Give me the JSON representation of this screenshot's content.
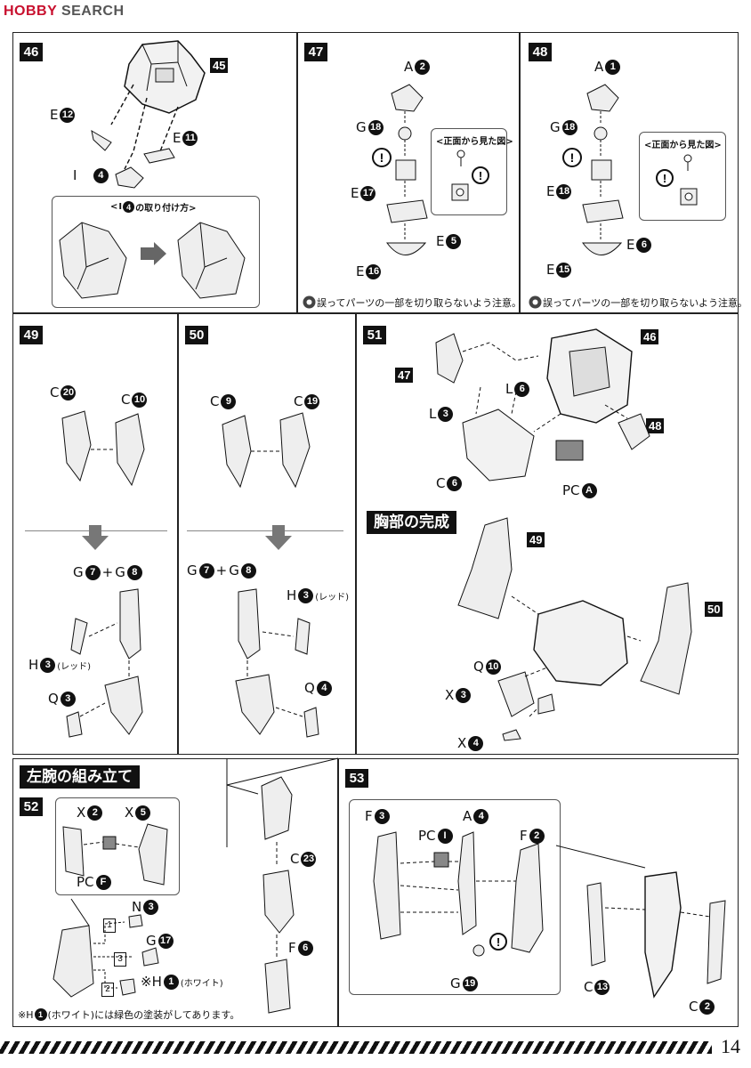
{
  "site_logo": {
    "hobby": "HOBBY",
    "search": "SEARCH"
  },
  "steps": {
    "s46": "46",
    "s47": "47",
    "s48": "48",
    "s49": "49",
    "s50": "50",
    "s51": "51",
    "s52": "52",
    "s53": "53"
  },
  "p46": {
    "ref45": "45",
    "e12": {
      "letter": "E",
      "num": "12"
    },
    "e11": {
      "letter": "E",
      "num": "11"
    },
    "i4": {
      "letter": "I",
      "num": "4"
    },
    "inset_title_pre": "<",
    "inset_title_letter": "I",
    "inset_title_num": "4",
    "inset_title_post": "の取り付け方>"
  },
  "p47": {
    "a": {
      "letter": "A",
      "num": "2"
    },
    "g": {
      "letter": "G",
      "num": "18"
    },
    "e17": {
      "letter": "E",
      "num": "17"
    },
    "e5": {
      "letter": "E",
      "num": "5"
    },
    "e16": {
      "letter": "E",
      "num": "16"
    },
    "front_view": "<正面から見た図>",
    "caution": "誤ってパーツの一部を切り取らないよう注意。"
  },
  "p48": {
    "a": {
      "letter": "A",
      "num": "1"
    },
    "g": {
      "letter": "G",
      "num": "18"
    },
    "e18": {
      "letter": "E",
      "num": "18"
    },
    "e6": {
      "letter": "E",
      "num": "6"
    },
    "e15": {
      "letter": "E",
      "num": "15"
    },
    "front_view": "<正面から見た図>",
    "caution": "誤ってパーツの一部を切り取らないよう注意。"
  },
  "p49": {
    "c20": {
      "letter": "C",
      "num": "20"
    },
    "c10": {
      "letter": "C",
      "num": "10"
    },
    "g_combo": {
      "l1": "G",
      "n1": "7",
      "plus": "+",
      "l2": "G",
      "n2": "8"
    },
    "h": {
      "letter": "H",
      "num": "3",
      "suffix": "(レッド)"
    },
    "q": {
      "letter": "Q",
      "num": "3"
    }
  },
  "p50": {
    "c9": {
      "letter": "C",
      "num": "9"
    },
    "c19": {
      "letter": "C",
      "num": "19"
    },
    "g_combo": {
      "l1": "G",
      "n1": "7",
      "plus": "+",
      "l2": "G",
      "n2": "8"
    },
    "h": {
      "letter": "H",
      "num": "3",
      "suffix": "(レッド)"
    },
    "q": {
      "letter": "Q",
      "num": "4"
    }
  },
  "p51": {
    "ref47": "47",
    "ref46": "46",
    "ref48": "48",
    "ref49": "49",
    "ref50": "50",
    "l6": {
      "letter": "L",
      "num": "6"
    },
    "l3": {
      "letter": "L",
      "num": "3"
    },
    "c6": {
      "letter": "C",
      "num": "6"
    },
    "pca": {
      "letter": "PC",
      "num": "A"
    },
    "chest_complete": "胸部の完成",
    "q10": {
      "letter": "Q",
      "num": "10"
    },
    "x3": {
      "letter": "X",
      "num": "3"
    },
    "x4": {
      "letter": "X",
      "num": "4"
    }
  },
  "p52": {
    "left_arm_heading": "左腕の組み立て",
    "x2": {
      "letter": "X",
      "num": "2"
    },
    "x5": {
      "letter": "X",
      "num": "5"
    },
    "pcf": {
      "letter": "PC",
      "num": "F"
    },
    "n3": {
      "letter": "N",
      "num": "3"
    },
    "g17": {
      "letter": "G",
      "num": "17"
    },
    "h1": {
      "prefix": "※H",
      "num": "1",
      "suffix": "(ホワイト)"
    },
    "box1": "1",
    "box2": "2",
    "box3": "3",
    "c23": {
      "letter": "C",
      "num": "23"
    },
    "f6": {
      "letter": "F",
      "num": "6"
    },
    "footnote_pre": "※H",
    "footnote_num": "1",
    "footnote_post": "(ホワイト)には緑色の塗装がしてあります。"
  },
  "p53": {
    "f3": {
      "letter": "F",
      "num": "3"
    },
    "pci": {
      "letter": "PC",
      "num": "I"
    },
    "a4": {
      "letter": "A",
      "num": "4"
    },
    "f2": {
      "letter": "F",
      "num": "2"
    },
    "g19": {
      "letter": "G",
      "num": "19"
    },
    "c13": {
      "letter": "C",
      "num": "13"
    },
    "c2": {
      "letter": "C",
      "num": "2"
    }
  },
  "page_number": "14"
}
